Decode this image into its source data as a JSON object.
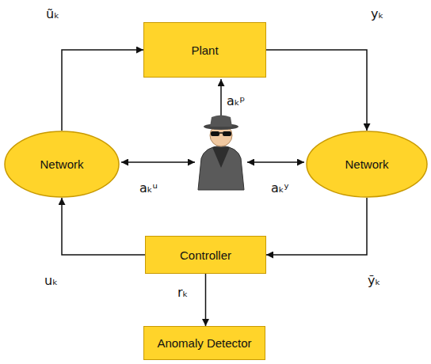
{
  "diagram": {
    "nodes": [
      {
        "text": [
          "Plant"
        ]
      },
      {
        "text": [
          "Network"
        ]
      },
      {
        "text": [
          "Network"
        ]
      },
      {
        "text": [
          "Controller"
        ]
      },
      {
        "text": [
          "Anomaly Detector"
        ]
      }
    ],
    "edges": [
      {
        "from": 1,
        "to": 0,
        "arrow": "to"
      },
      {
        "from": 0,
        "to": 2,
        "arrow": "to"
      },
      {
        "from": 2,
        "to": 3,
        "arrow": "to"
      },
      {
        "from": 3,
        "to": 1,
        "arrow": "to"
      },
      {
        "from": 3,
        "to": 4,
        "arrow": "to"
      }
    ],
    "labels": [
      "ũₖ",
      "yₖ",
      "aₖᵖ",
      "aₖᵘ",
      "aₖʸ",
      "uₖ",
      "rₖ",
      "ỹₖ"
    ]
  }
}
